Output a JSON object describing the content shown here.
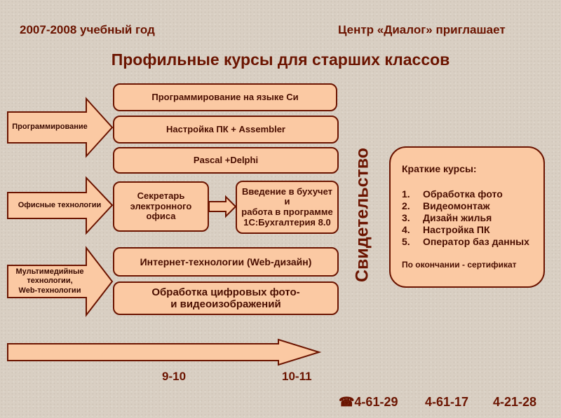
{
  "header": {
    "year": "2007-2008 учебный год",
    "center": "Центр «Диалог» приглашает",
    "title": "Профильные курсы для старших классов"
  },
  "arrows": {
    "programming": "Программирование",
    "office": "Офисные технологии",
    "multimedia": [
      "Мультимедийные",
      "технологии,",
      "Web-технологии"
    ]
  },
  "courses": {
    "c_lang": "Программирование на языке Си",
    "pc_setup": "Настройка ПК + Assembler",
    "pascal": "Pascal +Delphi",
    "secretary": [
      "Секретарь",
      "электронного",
      "офиса"
    ],
    "accounting": [
      "Введение в бухучет",
      "и",
      "работа в программе",
      "1С:Бухгалтерия 8.0"
    ],
    "internet": "Интернет-технологии (Web-дизайн)",
    "photo": [
      "Обработка цифровых фото-",
      "и видеоизображений"
    ]
  },
  "certificate_label": "Свидетельство",
  "short_courses": {
    "title": "Краткие курсы:",
    "items": [
      {
        "num": "1.",
        "label": "Обработка фото"
      },
      {
        "num": "2.",
        "label": "Видеомонтаж"
      },
      {
        "num": "3.",
        "label": "Дизайн жилья"
      },
      {
        "num": "4.",
        "label": "Настройка ПК"
      },
      {
        "num": "5.",
        "label": "Оператор баз данных"
      }
    ],
    "footer": "По окончании - сертификат"
  },
  "grades": {
    "g1": "9-10",
    "g2": "10-11"
  },
  "phones": {
    "icon": "☎",
    "p1": "4-61-29",
    "p2": "4-61-17",
    "p3": "4-21-28"
  },
  "colors": {
    "box_fill": "#fbc9a3",
    "border": "#6b1400",
    "text": "#6b1400",
    "background": "#d9cfc3"
  }
}
